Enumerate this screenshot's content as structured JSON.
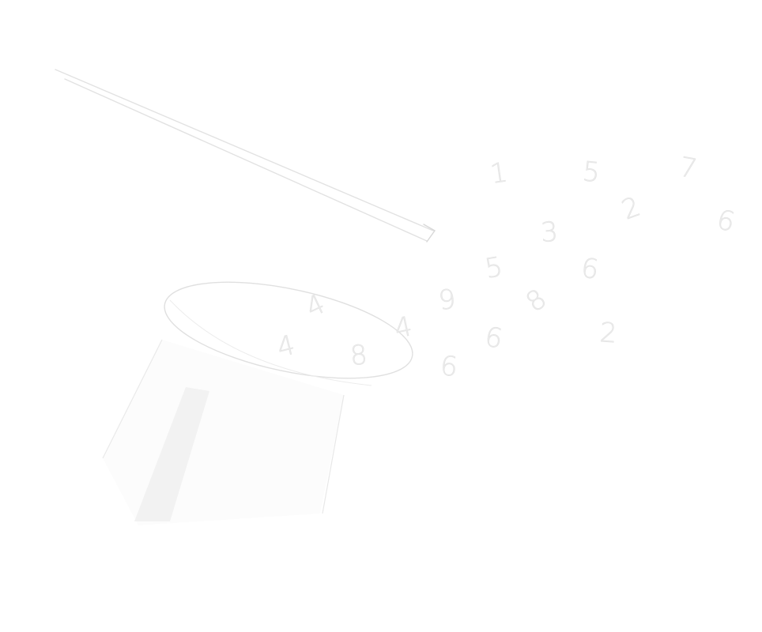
{
  "image": {
    "background_color": "#ffffff",
    "stroke_color": "#e6e6e6",
    "fill_color": "#f3f3f3",
    "digits": [
      "1",
      "5",
      "7",
      "3",
      "2",
      "6",
      "5",
      "6",
      "9",
      "8",
      "4",
      "6",
      "2",
      "8",
      "4",
      "6",
      "4"
    ]
  }
}
